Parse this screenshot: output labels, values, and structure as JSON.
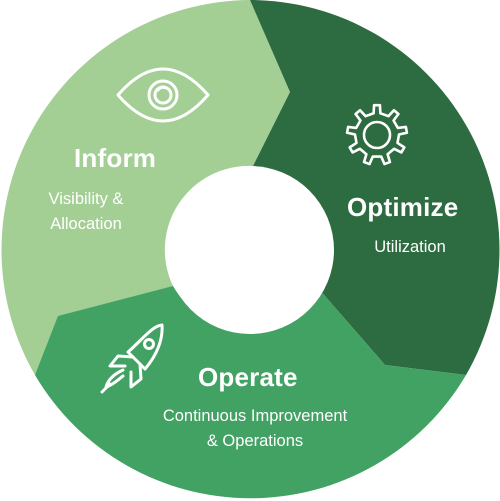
{
  "colors": {
    "inform": "#a3cf95",
    "optimize": "#2d6b40",
    "operate": "#42a263",
    "center": "#ffffff",
    "text": "#ffffff"
  },
  "segments": [
    {
      "id": "inform",
      "title": "Inform",
      "subtitle_lines": [
        "Visibility &",
        "Allocation"
      ],
      "icon": "eye-icon"
    },
    {
      "id": "optimize",
      "title": "Optimize",
      "subtitle_lines": [
        "Utilization"
      ],
      "icon": "gear-icon"
    },
    {
      "id": "operate",
      "title": "Operate",
      "subtitle_lines": [
        "Continuous Improvement",
        "& Operations"
      ],
      "icon": "rocket-icon"
    }
  ]
}
